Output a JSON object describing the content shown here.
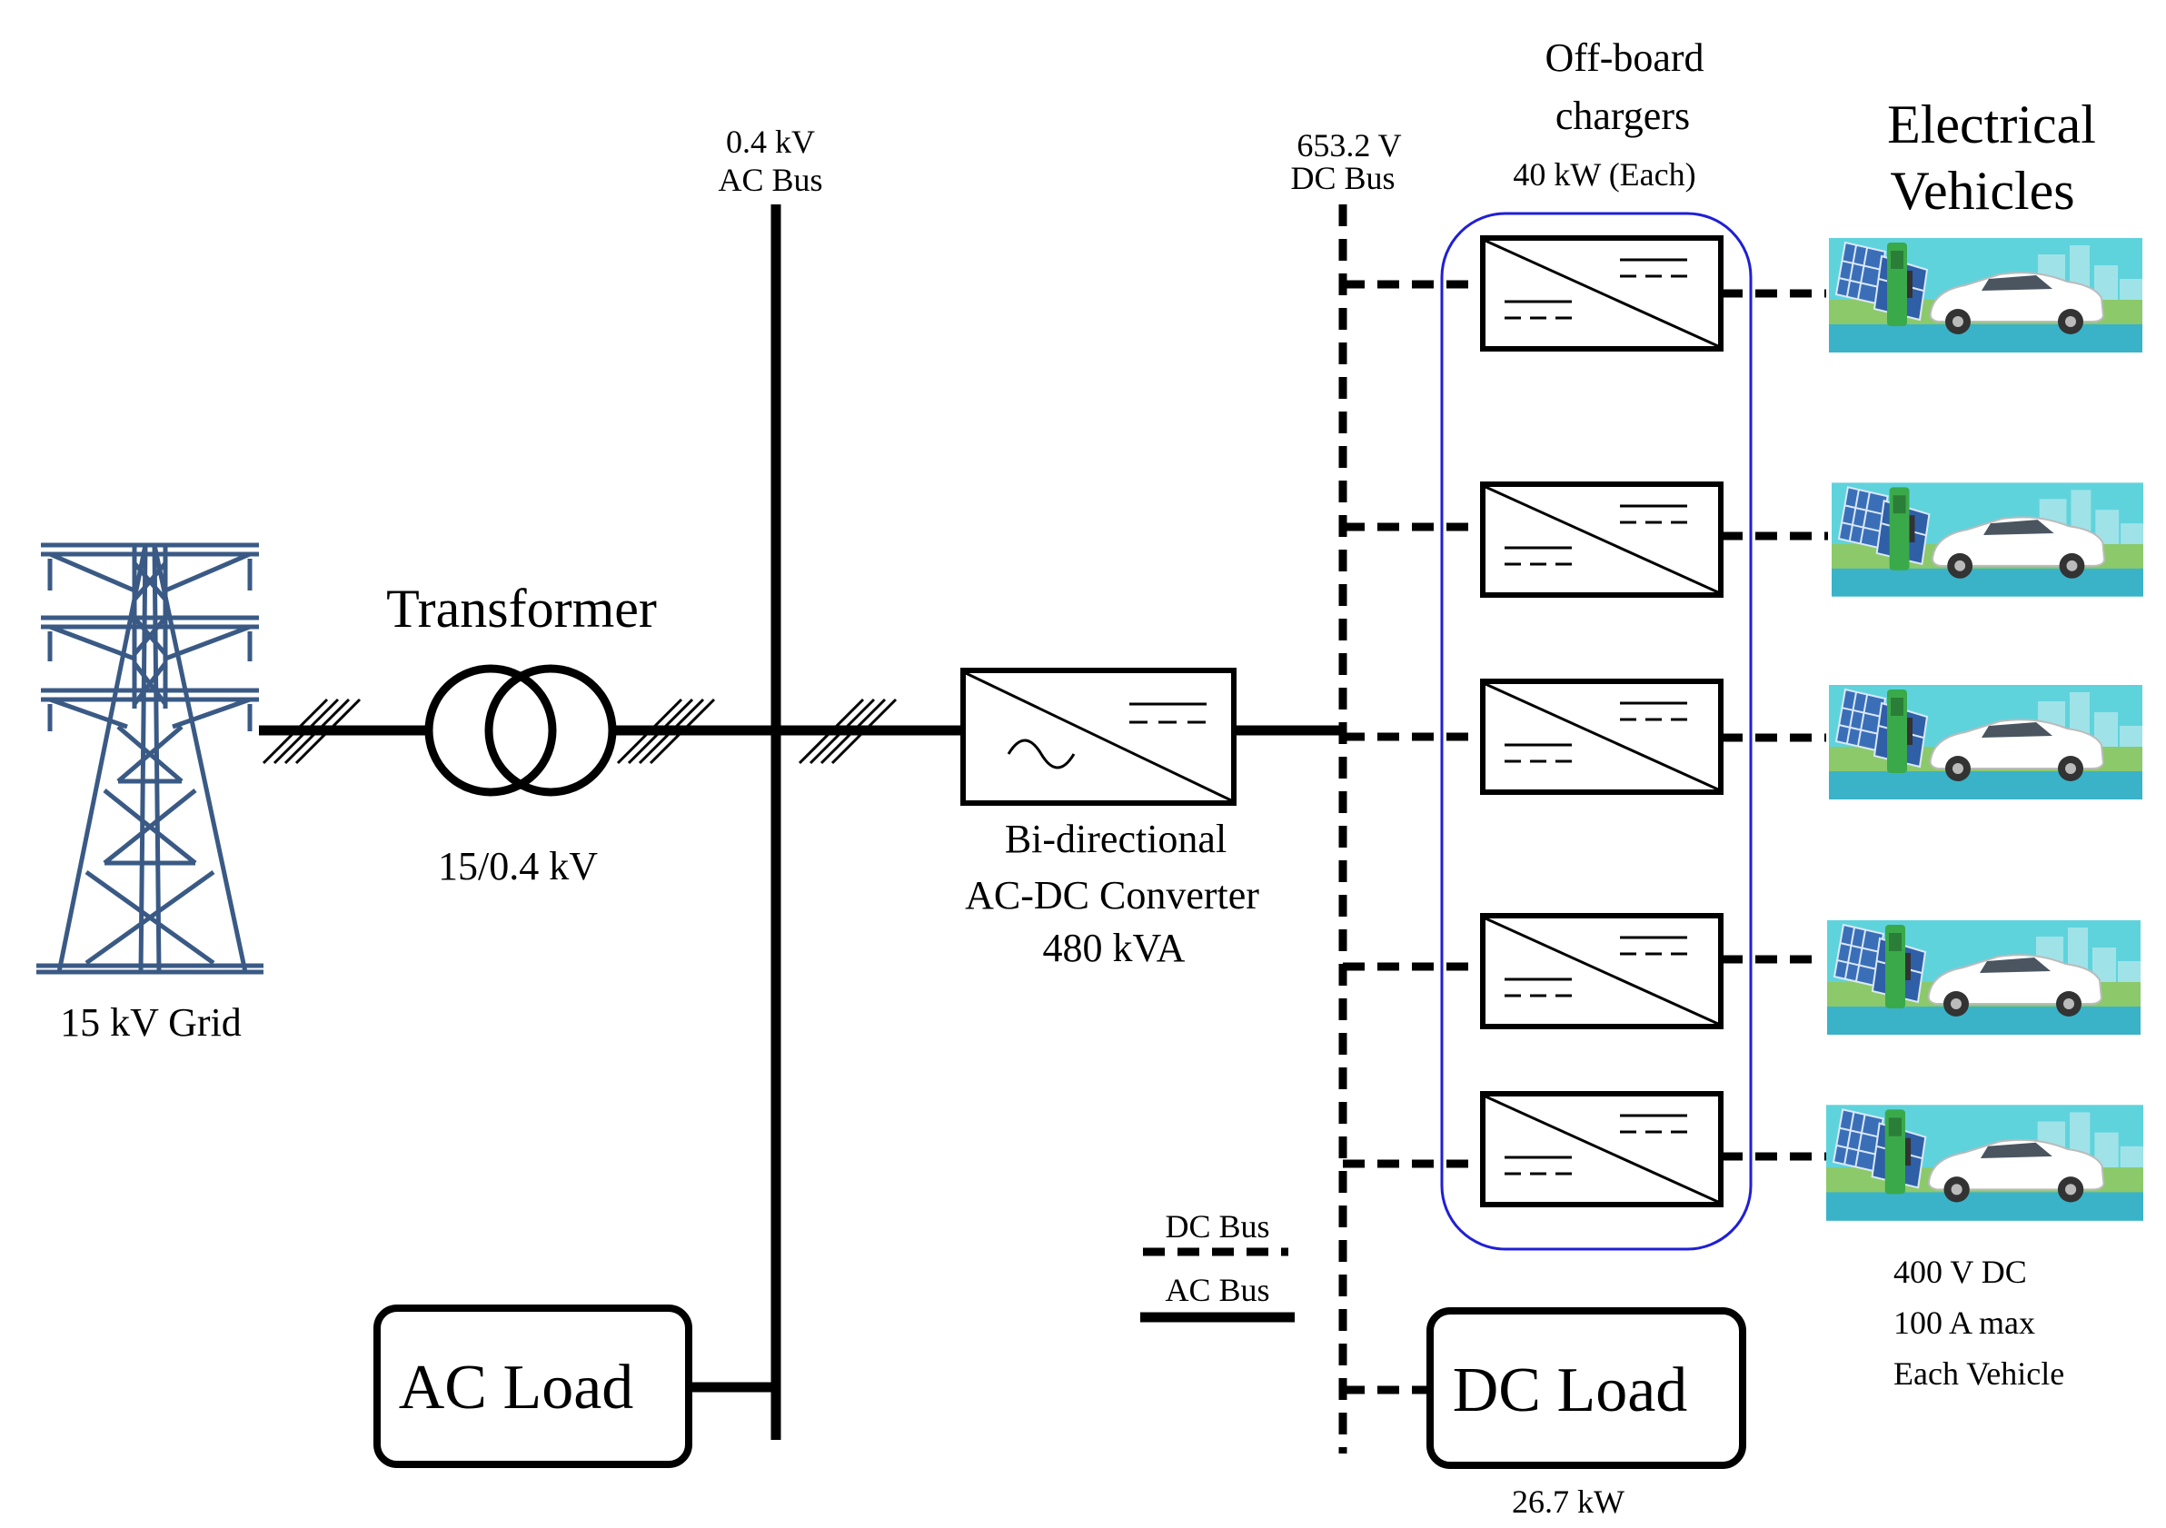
{
  "grid": {
    "label": "15 kV Grid"
  },
  "transformer": {
    "title": "Transformer",
    "rating": "15/0.4 kV"
  },
  "ac_bus": {
    "voltage": "0.4 kV",
    "name": "AC Bus"
  },
  "dc_bus": {
    "voltage": "653.2 V",
    "name": "DC Bus"
  },
  "converter": {
    "line1": "Bi-directional",
    "line2": "AC-DC Converter",
    "line3": "480 kVA"
  },
  "chargers": {
    "line1": "Off-board",
    "line2": "chargers",
    "line3": "40 kW (Each)",
    "count": 5,
    "group_color": "#1f1fd6"
  },
  "vehicles": {
    "line1": "Electrical",
    "line2": "Vehicles",
    "spec1": "400 V DC",
    "spec2": "100 A max",
    "spec3": "Each Vehicle"
  },
  "ac_load": {
    "label": "AC Load"
  },
  "dc_load": {
    "label": "DC Load",
    "rating": "26.7 kW"
  },
  "legend": {
    "dc_label": "DC Bus",
    "ac_label": "AC Bus"
  },
  "colors": {
    "tower": "#3a5a85",
    "sky": "#5fd3dc",
    "ground": "#3ab3c9",
    "grass": "#8cc96a",
    "charger_station": "#3aa94a",
    "solar_panel": "#3a6fb8"
  }
}
